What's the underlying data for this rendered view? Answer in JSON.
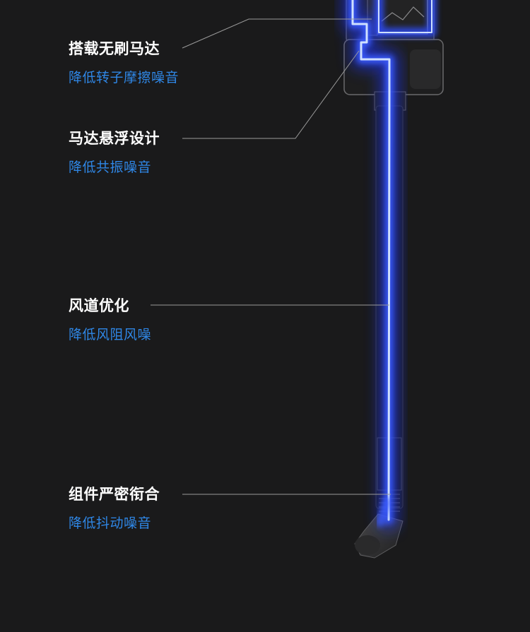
{
  "colors": {
    "background": "#1a1a1b",
    "title": "#ffffff",
    "subtitle": "#2f87e6",
    "glow": "#2f4dff"
  },
  "features": [
    {
      "title": "搭载无刷马达",
      "subtitle": "降低转子摩擦噪音"
    },
    {
      "title": "马达悬浮设计",
      "subtitle": "降低共振噪音"
    },
    {
      "title": "风道优化",
      "subtitle": "降低风阻风噪"
    },
    {
      "title": "组件严密衔合",
      "subtitle": "降低抖动噪音"
    }
  ]
}
